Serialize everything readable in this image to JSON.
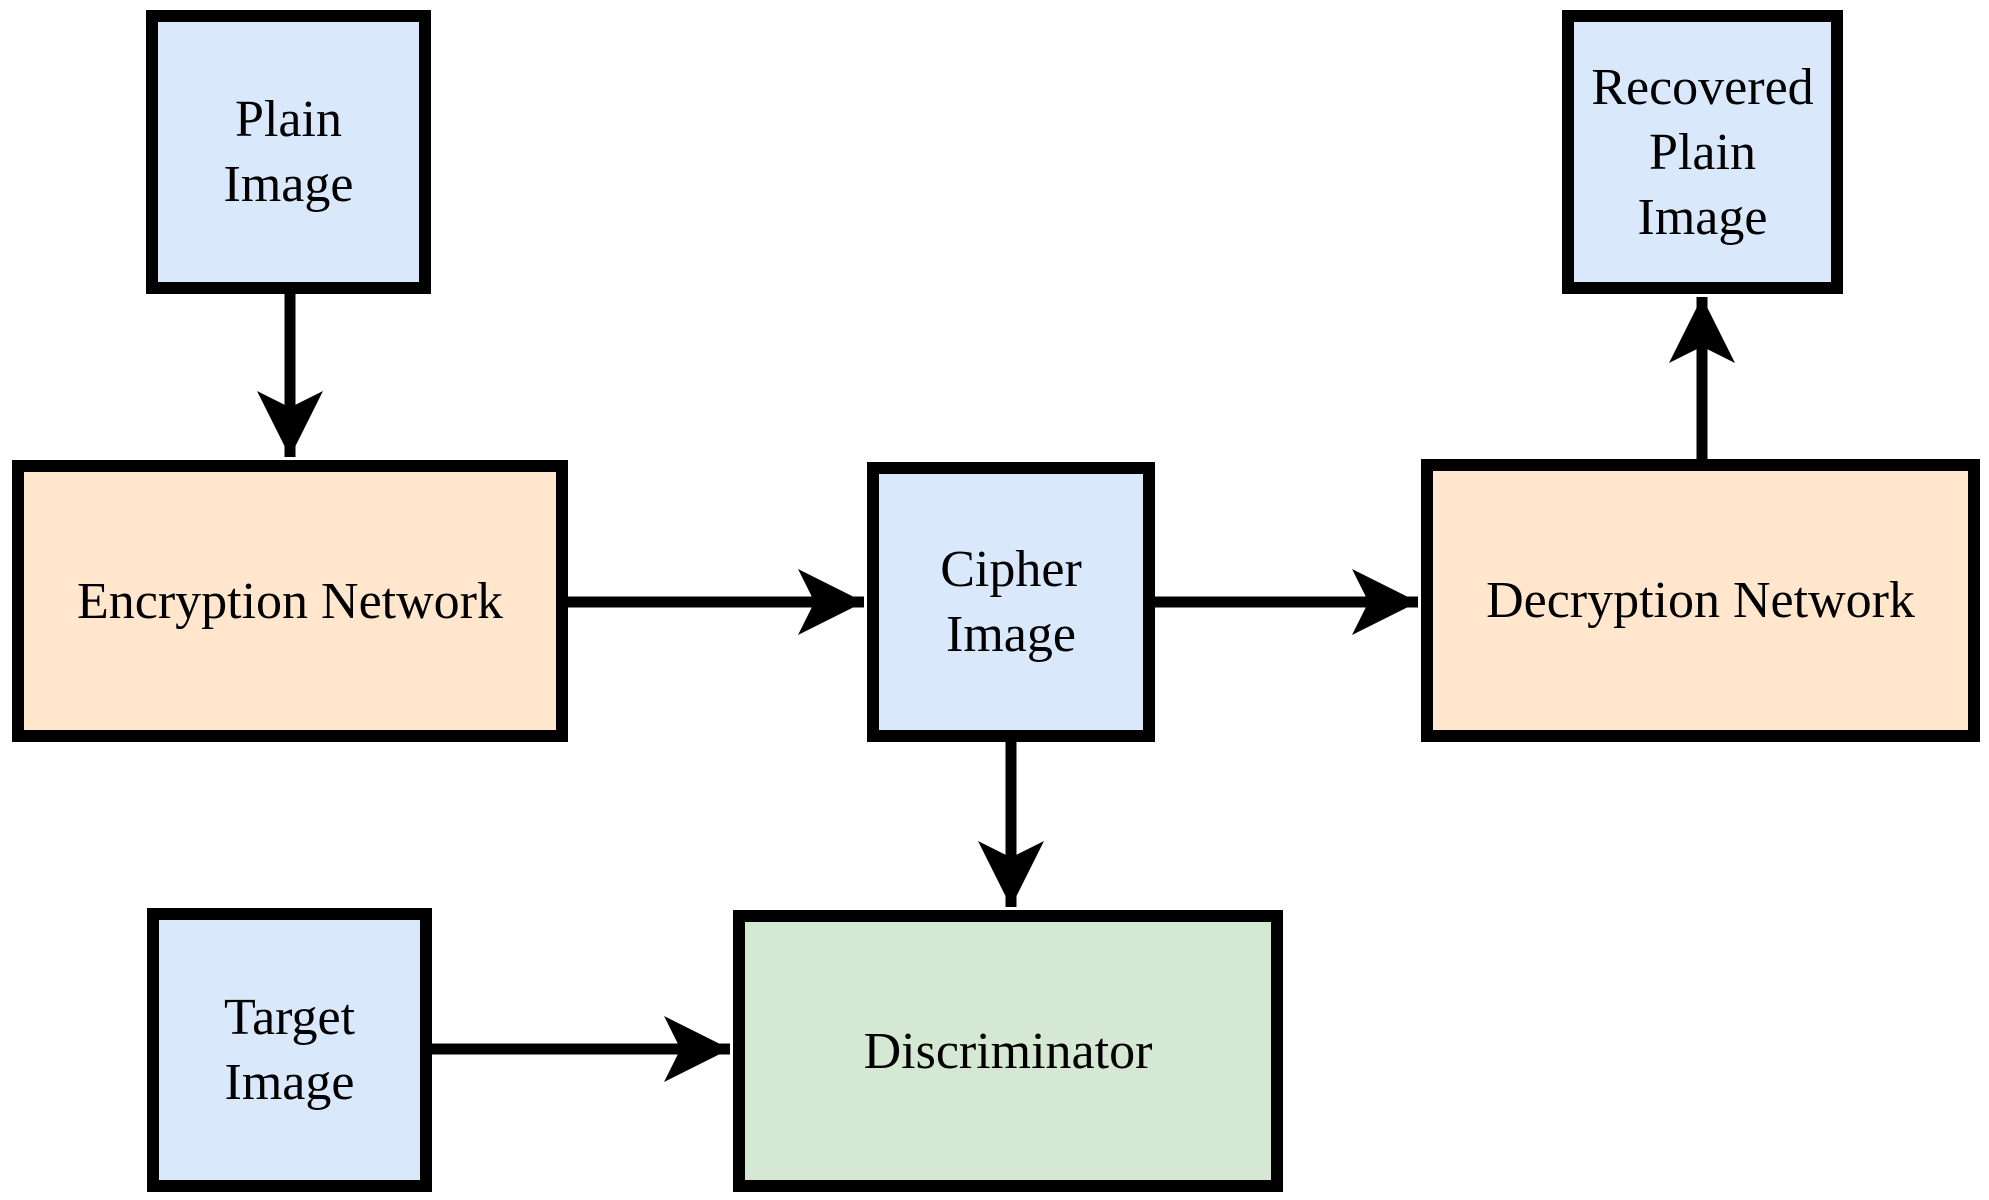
{
  "diagram": {
    "nodes": [
      {
        "id": "plain-image",
        "label": "Plain Image",
        "fill": "#dae8fc"
      },
      {
        "id": "encryption-network",
        "label": "Encryption Network",
        "fill": "#ffe6cc"
      },
      {
        "id": "cipher-image",
        "label": "Cipher Image",
        "fill": "#dae8fc"
      },
      {
        "id": "decryption-network",
        "label": "Decryption Network",
        "fill": "#ffe6cc"
      },
      {
        "id": "recovered-plain-image",
        "label": "Recovered Plain Image",
        "fill": "#dae8fc"
      },
      {
        "id": "target-image",
        "label": "Target Image",
        "fill": "#dae8fc"
      },
      {
        "id": "discriminator",
        "label": "Discriminator",
        "fill": "#d5e8d4"
      }
    ],
    "edges": [
      {
        "from": "plain-image",
        "to": "encryption-network"
      },
      {
        "from": "encryption-network",
        "to": "cipher-image"
      },
      {
        "from": "cipher-image",
        "to": "decryption-network"
      },
      {
        "from": "decryption-network",
        "to": "recovered-plain-image"
      },
      {
        "from": "cipher-image",
        "to": "discriminator"
      },
      {
        "from": "target-image",
        "to": "discriminator"
      }
    ],
    "colors": {
      "stroke": "#000000",
      "background": "#ffffff",
      "image_node_fill": "#dae8fc",
      "network_node_fill": "#ffe6cc",
      "discriminator_fill": "#d5e8d4"
    }
  }
}
